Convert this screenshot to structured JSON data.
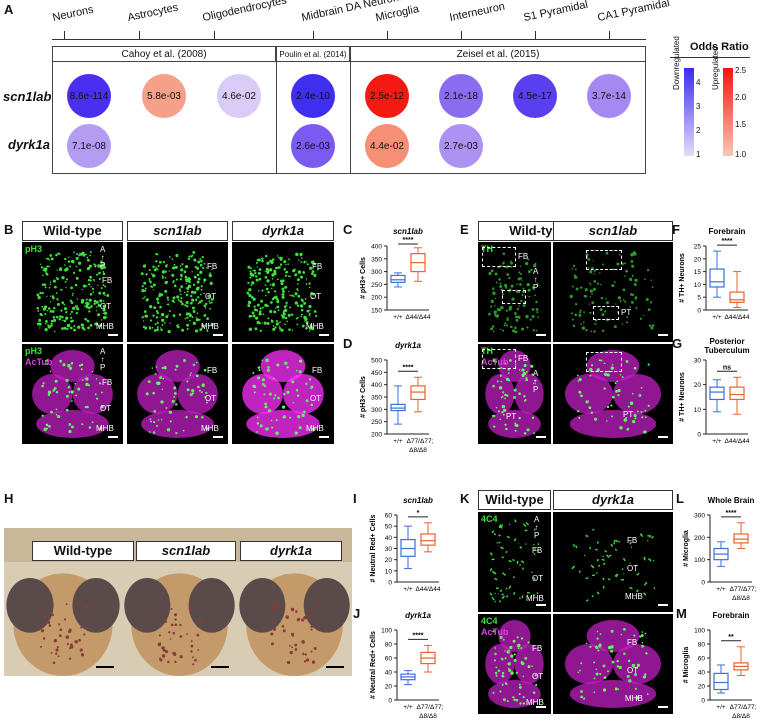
{
  "panels": {
    "A": "A",
    "B": "B",
    "C": "C",
    "D": "D",
    "E": "E",
    "F": "F",
    "G": "G",
    "H": "H",
    "I": "I",
    "J": "J",
    "K": "K",
    "L": "L",
    "M": "M"
  },
  "heatmap": {
    "columns": [
      "Neurons",
      "Astrocytes",
      "Oligodendrocytes",
      "Midbrain DA Neurons",
      "Microglia",
      "Interneuron",
      "S1 Pyramidal",
      "CA1 Pyramidal"
    ],
    "studies": [
      "Cahoy et al. (2008)",
      "Poulin et al. (2014)",
      "Zeisel et al. (2015)"
    ],
    "rows": [
      "scn1lab",
      "dyrk1a"
    ],
    "cells": [
      {
        "row": 0,
        "col": 0,
        "label": "8.6e-114",
        "color": "#4a2ff0",
        "dir": "down"
      },
      {
        "row": 0,
        "col": 1,
        "label": "5.8e-03",
        "color": "#f5a088",
        "dir": "up"
      },
      {
        "row": 0,
        "col": 2,
        "label": "4.6e-02",
        "color": "#d9ccf7",
        "dir": "down"
      },
      {
        "row": 0,
        "col": 3,
        "label": "2.4e-10",
        "color": "#3d2ef0",
        "dir": "down"
      },
      {
        "row": 0,
        "col": 4,
        "label": "2.5e-12",
        "color": "#f21a12",
        "dir": "up"
      },
      {
        "row": 0,
        "col": 5,
        "label": "2.1e-18",
        "color": "#8a6cf0",
        "dir": "down"
      },
      {
        "row": 0,
        "col": 6,
        "label": "4.5e-17",
        "color": "#5a3ff0",
        "dir": "down"
      },
      {
        "row": 0,
        "col": 7,
        "label": "3.7e-14",
        "color": "#a688f2",
        "dir": "down"
      },
      {
        "row": 1,
        "col": 0,
        "label": "7.1e-08",
        "color": "#b49cf3",
        "dir": "down"
      },
      {
        "row": 1,
        "col": 3,
        "label": "2.6e-03",
        "color": "#7a5af0",
        "dir": "down"
      },
      {
        "row": 1,
        "col": 4,
        "label": "4.4e-02",
        "color": "#f58f76",
        "dir": "up"
      },
      {
        "row": 1,
        "col": 5,
        "label": "2.7e-03",
        "color": "#ad92f2",
        "dir": "down"
      }
    ],
    "legend": {
      "title": "Odds Ratio",
      "down_label": "Downregulated",
      "up_label": "Upregulated",
      "down_ticks": [
        "4",
        "3",
        "2",
        "1"
      ],
      "up_ticks": [
        "2.5",
        "2.0",
        "1.5",
        "1.0"
      ],
      "down_colors": [
        "#3a2bf0",
        "#e4dcfa"
      ],
      "up_colors": [
        "#f41410",
        "#fbc7b5"
      ]
    }
  },
  "panelB": {
    "headers": [
      "Wild-type",
      "scn1lab",
      "dyrk1a"
    ],
    "stain_top": "pH3",
    "stain_bottom_1": "pH3",
    "stain_bottom_2": "AcTub",
    "regions": {
      "fb": "FB",
      "ot": "OT",
      "mhb": "MHB"
    },
    "axis": {
      "a": "A",
      "p": "P"
    }
  },
  "panelE": {
    "headers": [
      "Wild-type",
      "scn1lab"
    ],
    "stain_top": "TH",
    "stain_bottom_1": "TH",
    "stain_bottom_2": "AcTub",
    "regions": {
      "fb": "FB",
      "pt": "PT"
    },
    "axis": {
      "a": "A",
      "p": "P"
    }
  },
  "panelH": {
    "headers": [
      "Wild-type",
      "scn1lab",
      "dyrk1a"
    ]
  },
  "panelK": {
    "headers": [
      "Wild-type",
      "dyrk1a"
    ],
    "stain_top": "4C4",
    "stain_bottom_1": "4C4",
    "stain_bottom_2": "AcTub",
    "regions": {
      "fb": "FB",
      "ot": "OT",
      "mhb": "MHB"
    },
    "axis": {
      "a": "A",
      "p": "P"
    }
  },
  "chart_data": [
    {
      "id": "C",
      "type": "box",
      "title": "scn1lab",
      "ylabel": "# pH3+ Cells",
      "ylim": [
        150,
        400
      ],
      "yticks": [
        150,
        200,
        250,
        300,
        350,
        400
      ],
      "categories": [
        "+/+",
        "Δ44/Δ44"
      ],
      "significance": "****",
      "boxes": [
        {
          "min": 240,
          "q1": 258,
          "median": 268,
          "q3": 285,
          "max": 295,
          "color": "#3b6fd8"
        },
        {
          "min": 262,
          "q1": 300,
          "median": 335,
          "q3": 370,
          "max": 393,
          "color": "#e8622c"
        }
      ]
    },
    {
      "id": "D",
      "type": "box",
      "title": "dyrk1a",
      "ylabel": "# pH3+ Cells",
      "ylim": [
        200,
        500
      ],
      "yticks": [
        200,
        250,
        300,
        350,
        400,
        450,
        500
      ],
      "categories": [
        "+/+",
        "Δ77/Δ77; Δ8/Δ8"
      ],
      "significance": "****",
      "boxes": [
        {
          "min": 240,
          "q1": 295,
          "median": 305,
          "q3": 320,
          "max": 395,
          "color": "#3b6fd8"
        },
        {
          "min": 290,
          "q1": 340,
          "median": 370,
          "q3": 395,
          "max": 430,
          "color": "#e8622c"
        }
      ]
    },
    {
      "id": "F",
      "type": "box",
      "title": "Forebrain",
      "ylabel": "# TH+ Neurons",
      "ylim": [
        0,
        25
      ],
      "yticks": [
        0,
        5,
        10,
        15,
        20,
        25
      ],
      "categories": [
        "+/+",
        "Δ44/Δ44"
      ],
      "significance": "****",
      "boxes": [
        {
          "min": 5,
          "q1": 9,
          "median": 11,
          "q3": 16,
          "max": 23,
          "color": "#3b6fd8"
        },
        {
          "min": 1,
          "q1": 3,
          "median": 4,
          "q3": 7,
          "max": 15,
          "color": "#e8622c"
        }
      ]
    },
    {
      "id": "G",
      "type": "box",
      "title": "Posterior Tuberculum",
      "ylabel": "# TH+ Neurons",
      "ylim": [
        0,
        30
      ],
      "yticks": [
        0,
        10,
        20,
        30
      ],
      "categories": [
        "+/+",
        "Δ44/Δ44"
      ],
      "significance": "ns",
      "boxes": [
        {
          "min": 9,
          "q1": 14,
          "median": 17,
          "q3": 19,
          "max": 22,
          "color": "#3b6fd8"
        },
        {
          "min": 8,
          "q1": 14,
          "median": 16,
          "q3": 19,
          "max": 23,
          "color": "#e8622c"
        }
      ]
    },
    {
      "id": "I",
      "type": "box",
      "title": "scn1lab",
      "ylabel": "# Neutral Red+ Cells",
      "ylim": [
        0,
        60
      ],
      "yticks": [
        0,
        10,
        20,
        30,
        40,
        50,
        60
      ],
      "categories": [
        "+/+",
        "Δ44/Δ44"
      ],
      "significance": "*",
      "boxes": [
        {
          "min": 12,
          "q1": 23,
          "median": 30,
          "q3": 38,
          "max": 50,
          "color": "#3b6fd8"
        },
        {
          "min": 27,
          "q1": 33,
          "median": 37,
          "q3": 43,
          "max": 53,
          "color": "#e8622c"
        }
      ]
    },
    {
      "id": "J",
      "type": "box",
      "title": "dyrk1a",
      "ylabel": "# Neutral Red+ Cells",
      "ylim": [
        0,
        100
      ],
      "yticks": [
        0,
        20,
        40,
        60,
        80,
        100
      ],
      "categories": [
        "+/+",
        "Δ77/Δ77; Δ8/Δ8"
      ],
      "significance": "****",
      "boxes": [
        {
          "min": 22,
          "q1": 29,
          "median": 33,
          "q3": 37,
          "max": 42,
          "color": "#3b6fd8"
        },
        {
          "min": 40,
          "q1": 52,
          "median": 60,
          "q3": 68,
          "max": 78,
          "color": "#e8622c"
        }
      ]
    },
    {
      "id": "L",
      "type": "box",
      "title": "Whole Brain",
      "ylabel": "# Microglia",
      "ylim": [
        0,
        300
      ],
      "yticks": [
        0,
        100,
        200,
        300
      ],
      "categories": [
        "+/+",
        "Δ77/Δ77; Δ8/Δ8"
      ],
      "significance": "****",
      "boxes": [
        {
          "min": 70,
          "q1": 100,
          "median": 125,
          "q3": 150,
          "max": 180,
          "color": "#3b6fd8"
        },
        {
          "min": 150,
          "q1": 175,
          "median": 192,
          "q3": 215,
          "max": 265,
          "color": "#e8622c"
        }
      ]
    },
    {
      "id": "M",
      "type": "box",
      "title": "Forebrain",
      "ylabel": "# Microglia",
      "ylim": [
        0,
        100
      ],
      "yticks": [
        0,
        20,
        40,
        60,
        80,
        100
      ],
      "categories": [
        "+/+",
        "Δ77/Δ77; Δ8/Δ8"
      ],
      "significance": "**",
      "boxes": [
        {
          "min": 10,
          "q1": 15,
          "median": 25,
          "q3": 38,
          "max": 50,
          "color": "#3b6fd8"
        },
        {
          "min": 35,
          "q1": 43,
          "median": 48,
          "q3": 53,
          "max": 76,
          "color": "#e8622c"
        }
      ]
    }
  ]
}
